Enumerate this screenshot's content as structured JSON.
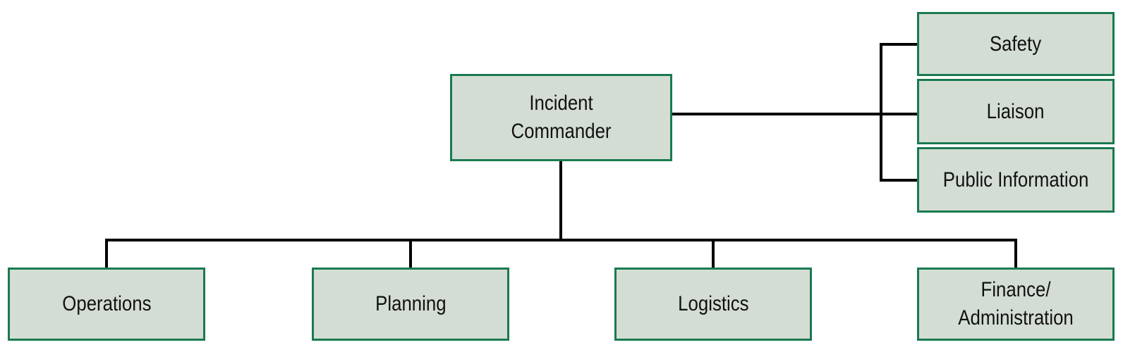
{
  "chart": {
    "commander": "Incident\nCommander",
    "command_staff": [
      "Safety",
      "Liaison",
      "Public Information"
    ],
    "general_staff": [
      "Operations",
      "Planning",
      "Logistics",
      "Finance/\nAdministration"
    ]
  },
  "colors": {
    "box_fill": "#d4ddd4",
    "box_border": "#1a7a50",
    "connector": "#000000"
  }
}
